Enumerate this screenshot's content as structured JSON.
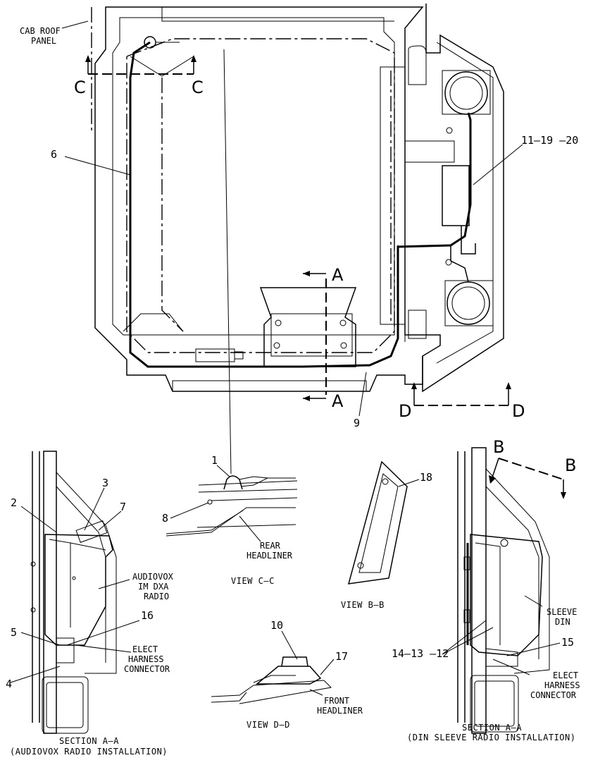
{
  "top_view": {
    "cab_roof_panel": [
      "CAB ROOF",
      "PANEL"
    ],
    "section_c": "C",
    "section_a": "A",
    "section_d": "D",
    "callouts": {
      "n6": "6",
      "n9": "9",
      "n11_19_20": "11–19 –20"
    }
  },
  "section_audiovox": {
    "callouts": {
      "n2": "2",
      "n3": "3",
      "n7": "7",
      "n5": "5",
      "n16": "16",
      "n4": "4"
    },
    "radio_label": [
      "AUDIOVOX",
      "IM DXA",
      "RADIO"
    ],
    "connector_label": [
      "ELECT",
      "HARNESS",
      "CONNECTOR"
    ],
    "caption": [
      "SECTION A–A",
      "(AUDIOVOX RADIO INSTALLATION)"
    ]
  },
  "view_cc": {
    "callouts": {
      "n1": "1",
      "n8": "8"
    },
    "headliner_label": [
      "REAR",
      "HEADLINER"
    ],
    "caption": "VIEW C–C"
  },
  "view_bb": {
    "callouts": {
      "n18": "18"
    },
    "caption": "VIEW B–B"
  },
  "view_dd": {
    "callouts": {
      "n10": "10",
      "n17": "17"
    },
    "headliner_label": [
      "FRONT",
      "HEADLINER"
    ],
    "caption": "VIEW D–D"
  },
  "section_din": {
    "section_b": "B",
    "callouts": {
      "n14_13_12": "14–13 –12",
      "n15": "15"
    },
    "sleeve_label": [
      "SLEEVE",
      "DIN"
    ],
    "connector_label": [
      "ELECT",
      "HARNESS",
      "CONNECTOR"
    ],
    "caption": [
      "SECTION A–A",
      "(DIN SLEEVE RADIO INSTALLATION)"
    ]
  }
}
